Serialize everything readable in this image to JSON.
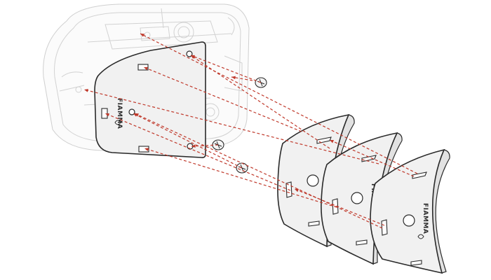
{
  "brand": {
    "logo_text": "FIAMMA"
  },
  "colors": {
    "guide_line": "#c0392b",
    "outline": "#2a2a2a",
    "ghost_outline": "#d2d2d2",
    "plate_fill": "#f1f1f1"
  },
  "parts": [
    {
      "name": "mirror-housing-ghost",
      "icon": "mirror-housing"
    },
    {
      "name": "back-plate",
      "icon": "mounting-plate"
    },
    {
      "name": "cover-plate",
      "icon": "curved-cover"
    },
    {
      "name": "screw",
      "icon": "screw-icon"
    }
  ]
}
